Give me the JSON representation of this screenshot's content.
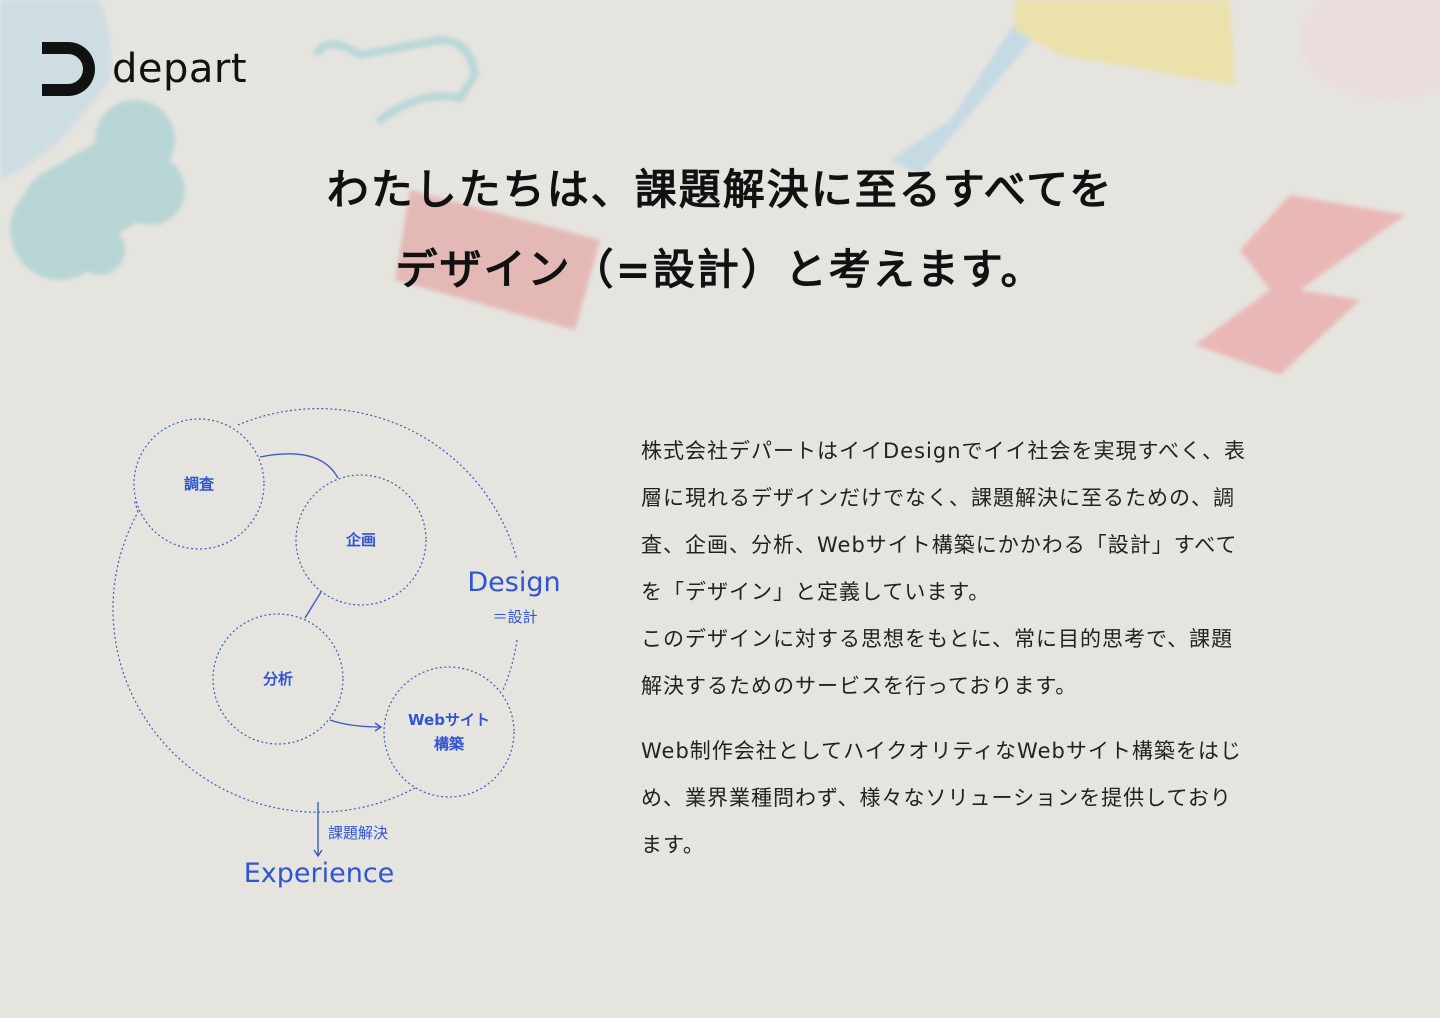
{
  "logo": {
    "wordmark": "depart"
  },
  "headline": {
    "lines": [
      "わたしたちは、課題解決に至るすべてを",
      "デザイン（=設計）と考えます。"
    ]
  },
  "diagram": {
    "nodes": [
      "調査",
      "企画",
      "分析",
      "Webサイト",
      "構築"
    ],
    "design_label": "Design",
    "design_sub": "＝設計",
    "arrow_label": "課題解決",
    "experience_label": "Experience"
  },
  "body": {
    "paragraph1": [
      "株式会社デパートはイイDesignでイイ社会を実現すべく、表",
      "層に現れるデザインだけでなく、課題解決に至るための、調",
      "査、企画、分析、Webサイト構築にかかわる「設計」すべて",
      "を「デザイン」と定義しています。",
      "このデザインに対する思想をもとに、常に目的思考で、課題",
      "解決するためのサービスを行っております。"
    ],
    "paragraph2": [
      "Web制作会社としてハイクオリティなWebサイト構築をはじ",
      "め、業界業種問わず、様々なソリューションを提供しており",
      "ます。"
    ]
  },
  "colors": {
    "background": "#e6e4df",
    "accent": "#2f55d4",
    "text": "#111111"
  }
}
